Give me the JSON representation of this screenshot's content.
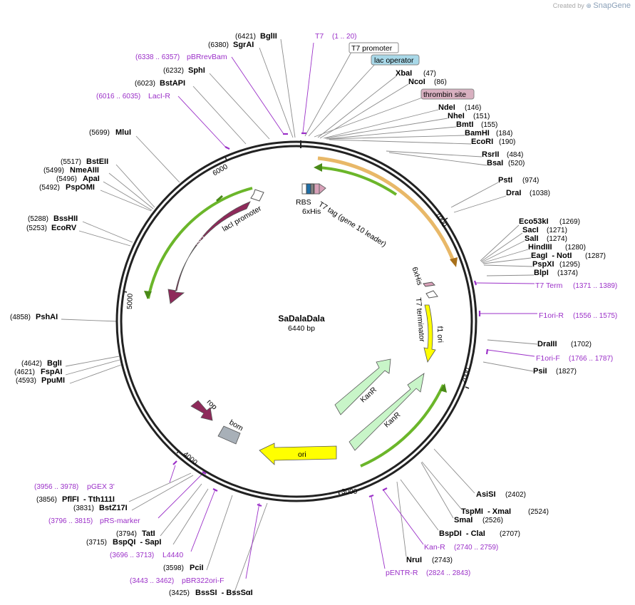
{
  "brand": {
    "created_by": "Created by",
    "name": "SnapGene"
  },
  "plasmid": {
    "name": "SaDalaDala",
    "size": "6440 bp",
    "length": 6440
  },
  "colors": {
    "backbone": "#222222",
    "primer": "#9b30c8",
    "leader": "#555555",
    "lacI": "#8e2a5a",
    "kanR": "#c8f5c8",
    "ori": "#ffff00",
    "orf_green": "#6bb62a",
    "orf_orange": "#e8b868"
  },
  "ticks": [
    "1000",
    "2000",
    "3000",
    "4000",
    "5000",
    "6000"
  ],
  "sites": [
    {
      "name": "BglII",
      "pos": "(6421)"
    },
    {
      "name": "SgrAI",
      "pos": "(6380)"
    },
    {
      "name": "SphI",
      "pos": "(6232)"
    },
    {
      "name": "BstAPI",
      "pos": "(6023)"
    },
    {
      "name": "MluI",
      "pos": "(5699)"
    },
    {
      "name": "BstEII",
      "pos": "(5517)"
    },
    {
      "name": "NmeAIII",
      "pos": "(5499)"
    },
    {
      "name": "ApaI",
      "pos": "(5496)"
    },
    {
      "name": "PspOMI",
      "pos": "(5492)"
    },
    {
      "name": "BssHII",
      "pos": "(5288)"
    },
    {
      "name": "EcoRV",
      "pos": "(5253)"
    },
    {
      "name": "PshAI",
      "pos": "(4858)"
    },
    {
      "name": "BglI",
      "pos": "(4642)"
    },
    {
      "name": "FspAI",
      "pos": "(4621)"
    },
    {
      "name": "PpuMI",
      "pos": "(4593)"
    },
    {
      "name": "PflFI  - Tth111I",
      "pos": "(3856)"
    },
    {
      "name": "BstZ17I",
      "pos": "(3831)"
    },
    {
      "name": "TatI",
      "pos": "(3794)"
    },
    {
      "name": "BspQI  - SapI",
      "pos": "(3715)"
    },
    {
      "name": "PciI",
      "pos": "(3598)"
    },
    {
      "name": "BssSI  - BssSαI",
      "pos": "(3425)"
    },
    {
      "name": "XbaI",
      "pos": "(47)"
    },
    {
      "name": "NcoI",
      "pos": "(86)"
    },
    {
      "name": "NdeI",
      "pos": "(146)"
    },
    {
      "name": "NheI",
      "pos": "(151)"
    },
    {
      "name": "BmtI",
      "pos": "(155)"
    },
    {
      "name": "BamHI",
      "pos": "(184)"
    },
    {
      "name": "EcoRI",
      "pos": "(190)"
    },
    {
      "name": "RsrII",
      "pos": "(484)"
    },
    {
      "name": "BsaI",
      "pos": "(520)"
    },
    {
      "name": "PstI",
      "pos": "(974)"
    },
    {
      "name": "DraI",
      "pos": "(1038)"
    },
    {
      "name": "Eco53kI",
      "pos": "(1269)"
    },
    {
      "name": "SacI",
      "pos": "(1271)"
    },
    {
      "name": "SalI",
      "pos": "(1274)"
    },
    {
      "name": "HindIII",
      "pos": "(1280)"
    },
    {
      "name": "EagI  - NotI",
      "pos": "(1287)"
    },
    {
      "name": "PspXI",
      "pos": "(1295)"
    },
    {
      "name": "BlpI",
      "pos": "(1374)"
    },
    {
      "name": "DraIII",
      "pos": "(1702)"
    },
    {
      "name": "PsiI",
      "pos": "(1827)"
    },
    {
      "name": "AsiSI",
      "pos": "(2402)"
    },
    {
      "name": "TspMI  - XmaI",
      "pos": "(2524)"
    },
    {
      "name": "SmaI",
      "pos": "(2526)"
    },
    {
      "name": "BspDI  - ClaI",
      "pos": "(2707)"
    },
    {
      "name": "NruI",
      "pos": "(2743)"
    }
  ],
  "primers": [
    {
      "name": "T7",
      "range": "(1 .. 20)"
    },
    {
      "name": "pBRrevBam",
      "range": "(6338 .. 6357)"
    },
    {
      "name": "LacI-R",
      "range": "(6016 .. 6035)"
    },
    {
      "name": "T7 Term",
      "range": "(1371 .. 1389)"
    },
    {
      "name": "F1ori-R",
      "range": "(1556 .. 1575)"
    },
    {
      "name": "F1ori-F",
      "range": "(1766 .. 1787)"
    },
    {
      "name": "Kan-R",
      "range": "(2740 .. 2759)"
    },
    {
      "name": "pENTR-R",
      "range": "(2824 .. 2843)"
    },
    {
      "name": "pGEX 3'",
      "range": "(3956 .. 3978)"
    },
    {
      "name": "pRS-marker",
      "range": "(3796 .. 3815)"
    },
    {
      "name": "L4440",
      "range": "(3696 .. 3713)"
    },
    {
      "name": "pBR322ori-F",
      "range": "(3443 .. 3462)"
    }
  ],
  "boxed": [
    {
      "name": "T7 promoter"
    },
    {
      "name": "lac operator"
    },
    {
      "name": "thrombin site"
    }
  ],
  "features": {
    "lacI": "lacI",
    "lacI_promoter": "lacI promoter",
    "rbs": "RBS",
    "t7tag": "T7 tag (gene 10 leader)",
    "his_top": "6xHis",
    "his_right": "6xHis",
    "t7term": "T7 terminator",
    "f1ori": "f1 ori",
    "kanR1": "KanR",
    "kanR2": "KanR",
    "ori": "ori",
    "rop": "rop",
    "bom": "bom"
  }
}
